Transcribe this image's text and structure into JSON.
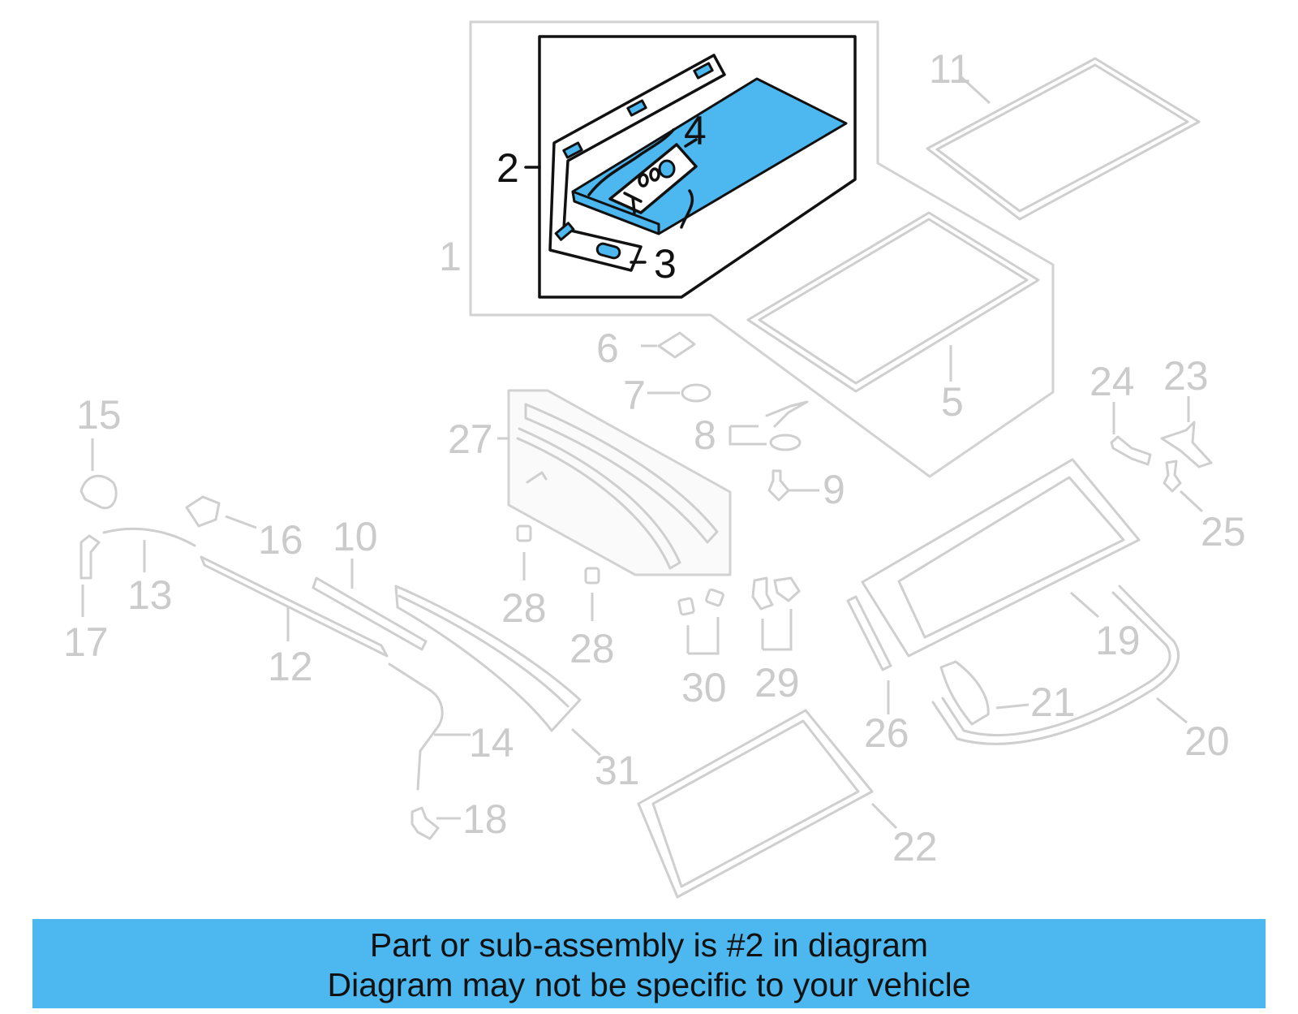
{
  "diagram": {
    "callouts": [
      {
        "id": "1",
        "label": "1",
        "highlight": false
      },
      {
        "id": "2",
        "label": "2",
        "highlight": true
      },
      {
        "id": "3",
        "label": "3",
        "highlight": true
      },
      {
        "id": "4",
        "label": "4",
        "highlight": true
      },
      {
        "id": "5",
        "label": "5",
        "highlight": false
      },
      {
        "id": "6",
        "label": "6",
        "highlight": false
      },
      {
        "id": "7",
        "label": "7",
        "highlight": false
      },
      {
        "id": "8",
        "label": "8",
        "highlight": false
      },
      {
        "id": "9",
        "label": "9",
        "highlight": false
      },
      {
        "id": "10",
        "label": "10",
        "highlight": false
      },
      {
        "id": "11",
        "label": "11",
        "highlight": false
      },
      {
        "id": "12",
        "label": "12",
        "highlight": false
      },
      {
        "id": "13",
        "label": "13",
        "highlight": false
      },
      {
        "id": "14",
        "label": "14",
        "highlight": false
      },
      {
        "id": "15",
        "label": "15",
        "highlight": false
      },
      {
        "id": "16",
        "label": "16",
        "highlight": false
      },
      {
        "id": "17",
        "label": "17",
        "highlight": false
      },
      {
        "id": "18",
        "label": "18",
        "highlight": false
      },
      {
        "id": "19",
        "label": "19",
        "highlight": false
      },
      {
        "id": "20",
        "label": "20",
        "highlight": false
      },
      {
        "id": "21",
        "label": "21",
        "highlight": false
      },
      {
        "id": "22",
        "label": "22",
        "highlight": false
      },
      {
        "id": "23",
        "label": "23",
        "highlight": false
      },
      {
        "id": "24",
        "label": "24",
        "highlight": false
      },
      {
        "id": "25",
        "label": "25",
        "highlight": false
      },
      {
        "id": "26",
        "label": "26",
        "highlight": false
      },
      {
        "id": "27",
        "label": "27",
        "highlight": false
      },
      {
        "id": "28a",
        "label": "28",
        "highlight": false
      },
      {
        "id": "28b",
        "label": "28",
        "highlight": false
      },
      {
        "id": "29",
        "label": "29",
        "highlight": false
      },
      {
        "id": "30",
        "label": "30",
        "highlight": false
      },
      {
        "id": "31",
        "label": "31",
        "highlight": false
      }
    ],
    "colors": {
      "highlight_fill": "#4db8f0",
      "highlight_stroke": "#111111",
      "muted_line": "#cfcfcf",
      "muted_label": "#cbcbcb"
    }
  },
  "banner": {
    "line1": "Part or sub-assembly is #2 in diagram",
    "line2": "Diagram may not be specific to your vehicle",
    "background": "#4db8f0"
  }
}
